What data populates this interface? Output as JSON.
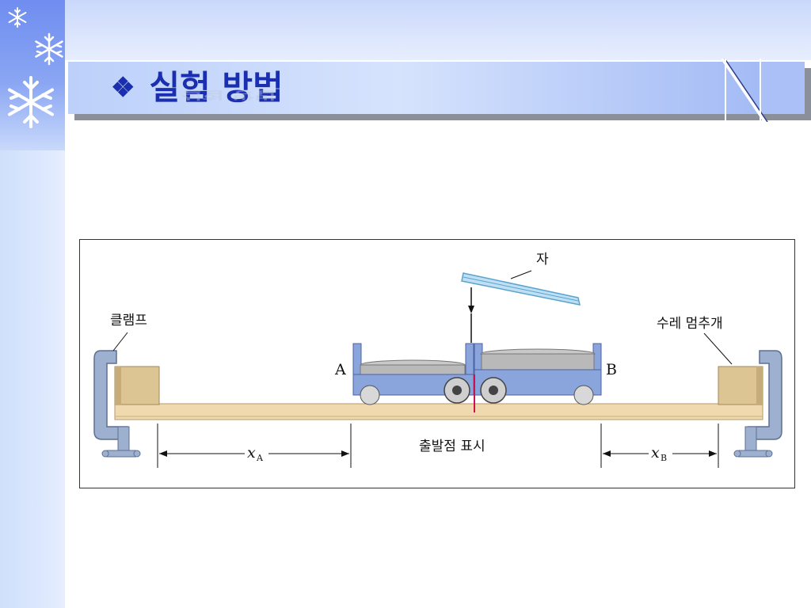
{
  "slide": {
    "title": "실험 방법",
    "title_bullet": "❖",
    "title_reflection": "실험 방법"
  },
  "figure": {
    "labels": {
      "ruler": "자",
      "clamp": "클램프",
      "cart_stopper": "수레 멈추개",
      "cart_a": "A",
      "cart_b": "B",
      "start_mark": "출발점 표시",
      "xa_var": "x",
      "xa_sub": "A",
      "xb_var": "x",
      "xb_sub": "B"
    }
  },
  "colors": {
    "title_text": "#1a2fb0",
    "cart_body": "#8aa4dc",
    "track": "#f0d9ae",
    "block": "#dcc493",
    "clamp": "#9eb0cf"
  },
  "icons": [
    "snowflake-icon",
    "snowflake-icon",
    "snowflake-icon"
  ]
}
